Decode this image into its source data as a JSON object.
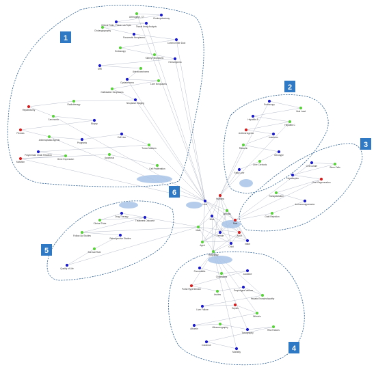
{
  "colors": {
    "node_blue": "#1a1ac8",
    "node_green": "#5ad23c",
    "node_red": "#d21e1e",
    "edge": "#9aa0b4",
    "cluster_outline": "#2b5f96",
    "badge_bg": "#2e78c4",
    "hub_ellipse": "#a8c4e8"
  },
  "clusters": [
    {
      "id": "1",
      "label": "1"
    },
    {
      "id": "2",
      "label": "2"
    },
    {
      "id": "3",
      "label": "3"
    },
    {
      "id": "4",
      "label": "4"
    },
    {
      "id": "5",
      "label": "5"
    },
    {
      "id": "6",
      "label": "6"
    }
  ],
  "nodes": [
    {
      "id": "c1a",
      "color": "green",
      "label": "Arthrogram, CT"
    },
    {
      "id": "c1b",
      "color": "blue",
      "label": "Cholecystectomy"
    },
    {
      "id": "c1c",
      "color": "blue",
      "label": "Clinical Trials, Phase I as Topic"
    },
    {
      "id": "c1d",
      "color": "blue",
      "label": "Tissue Array Analysis"
    },
    {
      "id": "c1e",
      "color": "green",
      "label": "Cholangiography"
    },
    {
      "id": "c1f",
      "color": "blue",
      "label": "Pancreatic Neoplasms"
    },
    {
      "id": "c1g",
      "color": "blue",
      "label": "Common Bile Duct"
    },
    {
      "id": "c1h",
      "color": "green",
      "label": "Endoscopy"
    },
    {
      "id": "c1i",
      "color": "green",
      "label": "Kidney Neoplasms"
    },
    {
      "id": "c1j",
      "color": "blue",
      "label": "Hemangioma"
    },
    {
      "id": "c1k",
      "color": "blue",
      "label": "MRI"
    },
    {
      "id": "c1l",
      "color": "green",
      "label": "Adenocarcinoma"
    },
    {
      "id": "c1m",
      "color": "blue",
      "label": "Cystadenoma"
    },
    {
      "id": "c1n",
      "color": "green",
      "label": "Liver Neoplasms"
    },
    {
      "id": "c1o",
      "color": "green",
      "label": "Gallbladder Neoplasms"
    },
    {
      "id": "c1p",
      "color": "blue",
      "label": "Neoplasm Staging"
    },
    {
      "id": "c1q",
      "color": "green",
      "label": "Radiotherapy"
    },
    {
      "id": "c1r",
      "color": "red",
      "label": "Hepatectomy"
    },
    {
      "id": "c1s",
      "color": "green",
      "label": "Carcinoma"
    },
    {
      "id": "c1t",
      "color": "blue",
      "label": "Biopsy"
    },
    {
      "id": "c1u",
      "color": "red",
      "label": "Fibrosis"
    },
    {
      "id": "c1v",
      "color": "green",
      "label": "Antineoplastic Agents"
    },
    {
      "id": "c1w",
      "color": "blue",
      "label": "Prognosis"
    },
    {
      "id": "c1x",
      "color": "blue",
      "label": "Cell Line"
    },
    {
      "id": "c1y",
      "color": "green",
      "label": "Tumor Markers"
    },
    {
      "id": "c1z",
      "color": "blue",
      "label": "Polymerase Chain Reaction"
    },
    {
      "id": "c1aa",
      "color": "green",
      "label": "Gene Expression"
    },
    {
      "id": "c1ab",
      "color": "red",
      "label": "Mutation"
    },
    {
      "id": "c1ac",
      "color": "green",
      "label": "Apoptosis"
    },
    {
      "id": "c1ad",
      "color": "green",
      "label": "Cell Proliferation"
    },
    {
      "id": "c2a",
      "color": "blue",
      "label": "Endoscopy"
    },
    {
      "id": "c2b",
      "color": "green",
      "label": "Viral Load"
    },
    {
      "id": "c2c",
      "color": "blue",
      "label": "Hepatitis B"
    },
    {
      "id": "c2d",
      "color": "green",
      "label": "Hepatitis C"
    },
    {
      "id": "c2e",
      "color": "red",
      "label": "Antiviral Agents"
    },
    {
      "id": "c2f",
      "color": "blue",
      "label": "Interferon"
    },
    {
      "id": "c2g",
      "color": "green",
      "label": "Ribavirin"
    },
    {
      "id": "c2h",
      "color": "blue",
      "label": "Genotype"
    },
    {
      "id": "c2i",
      "color": "green",
      "label": "Liver Cirrhosis"
    },
    {
      "id": "c2j",
      "color": "blue",
      "label": "Fatty Liver"
    },
    {
      "id": "c3a",
      "color": "blue",
      "label": "Cell Culture"
    },
    {
      "id": "c3b",
      "color": "green",
      "label": "Stem Cells"
    },
    {
      "id": "c3c",
      "color": "blue",
      "label": "Hepatocytes"
    },
    {
      "id": "c3d",
      "color": "red",
      "label": "Liver Regeneration"
    },
    {
      "id": "c3e",
      "color": "green",
      "label": "Transplantation"
    },
    {
      "id": "c3f",
      "color": "blue",
      "label": "Immunosuppression"
    },
    {
      "id": "c3g",
      "color": "green",
      "label": "Graft Rejection"
    },
    {
      "id": "c4a",
      "color": "blue",
      "label": "Pancreatitis"
    },
    {
      "id": "c4b",
      "color": "green",
      "label": "Cholestasis"
    },
    {
      "id": "c4c",
      "color": "blue",
      "label": "Jaundice"
    },
    {
      "id": "c4d",
      "color": "red",
      "label": "Portal Hypertension"
    },
    {
      "id": "c4e",
      "color": "green",
      "label": "Ascites"
    },
    {
      "id": "c4f",
      "color": "blue",
      "label": "Esophageal Varices"
    },
    {
      "id": "c4g",
      "color": "green",
      "label": "Hepatic Encephalopathy"
    },
    {
      "id": "c4h",
      "color": "blue",
      "label": "Liver Failure"
    },
    {
      "id": "c4i",
      "color": "red",
      "label": "Sepsis"
    },
    {
      "id": "c4j",
      "color": "green",
      "label": "Bilirubin"
    },
    {
      "id": "c4k",
      "color": "blue",
      "label": "Albumin"
    },
    {
      "id": "c4l",
      "color": "green",
      "label": "Ultrasonography"
    },
    {
      "id": "c4m",
      "color": "blue",
      "label": "Tomography"
    },
    {
      "id": "c4n",
      "color": "green",
      "label": "Risk Factors"
    },
    {
      "id": "c4o",
      "color": "blue",
      "label": "Incidence"
    },
    {
      "id": "c4p",
      "color": "blue",
      "label": "Mortality"
    },
    {
      "id": "c5a",
      "color": "blue",
      "label": "Drug Therapy"
    },
    {
      "id": "c5b",
      "color": "green",
      "label": "Clinical Trials"
    },
    {
      "id": "c5c",
      "color": "blue",
      "label": "Treatment Outcome"
    },
    {
      "id": "c5d",
      "color": "green",
      "label": "Follow-Up Studies"
    },
    {
      "id": "c5e",
      "color": "blue",
      "label": "Retrospective Studies"
    },
    {
      "id": "c5f",
      "color": "green",
      "label": "Survival Rate"
    },
    {
      "id": "c5g",
      "color": "blue",
      "label": "Quality of Life"
    },
    {
      "id": "c6a",
      "color": "blue",
      "label": "Liver"
    },
    {
      "id": "c6b",
      "color": "red",
      "label": "Humans"
    },
    {
      "id": "c6c",
      "color": "green",
      "label": "Animals"
    },
    {
      "id": "c6d",
      "color": "blue",
      "label": "Mice"
    },
    {
      "id": "c6e",
      "color": "red",
      "label": "Rats"
    },
    {
      "id": "c6f",
      "color": "green",
      "label": "Male"
    },
    {
      "id": "c6g",
      "color": "blue",
      "label": "Female"
    },
    {
      "id": "c6h",
      "color": "red",
      "label": "Adult"
    },
    {
      "id": "c6i",
      "color": "green",
      "label": "Aged"
    },
    {
      "id": "c6j",
      "color": "blue",
      "label": "Child"
    },
    {
      "id": "c6k",
      "color": "blue",
      "label": "Infant"
    },
    {
      "id": "c6l",
      "color": "green",
      "label": "Pregnancy"
    }
  ]
}
